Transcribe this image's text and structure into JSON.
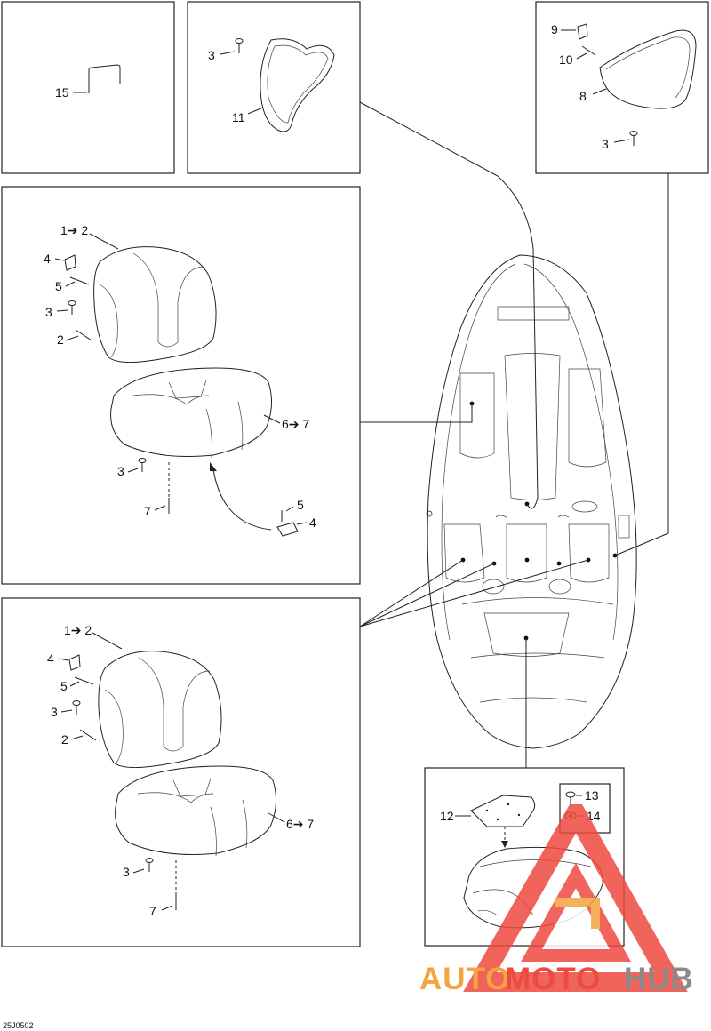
{
  "diagram_code": "25J0502",
  "labels": {
    "p15": "15",
    "p3a": "3",
    "p11": "11",
    "p9": "9",
    "p10": "10",
    "p8": "8",
    "p3b": "3",
    "m1": "1➔ 2",
    "m4a": "4",
    "m5a": "5",
    "m3a": "3",
    "m2": "2",
    "m67": "6➔ 7",
    "m3b": "3",
    "m7": "7",
    "m5b": "5",
    "m4b": "4",
    "l1": "1➔ 2",
    "l4": "4",
    "l5": "5",
    "l3a": "3",
    "l2": "2",
    "l67": "6➔ 7",
    "l3b": "3",
    "l7": "7",
    "s12": "12",
    "s13": "13",
    "s14": "14"
  },
  "watermark": {
    "text_a": "AUTO",
    "text_b": "MOTO",
    "text_c": "HUB",
    "color_a": "#f3a43f",
    "color_b": "#ee4a3f",
    "color_c": "#8a8a8a"
  }
}
